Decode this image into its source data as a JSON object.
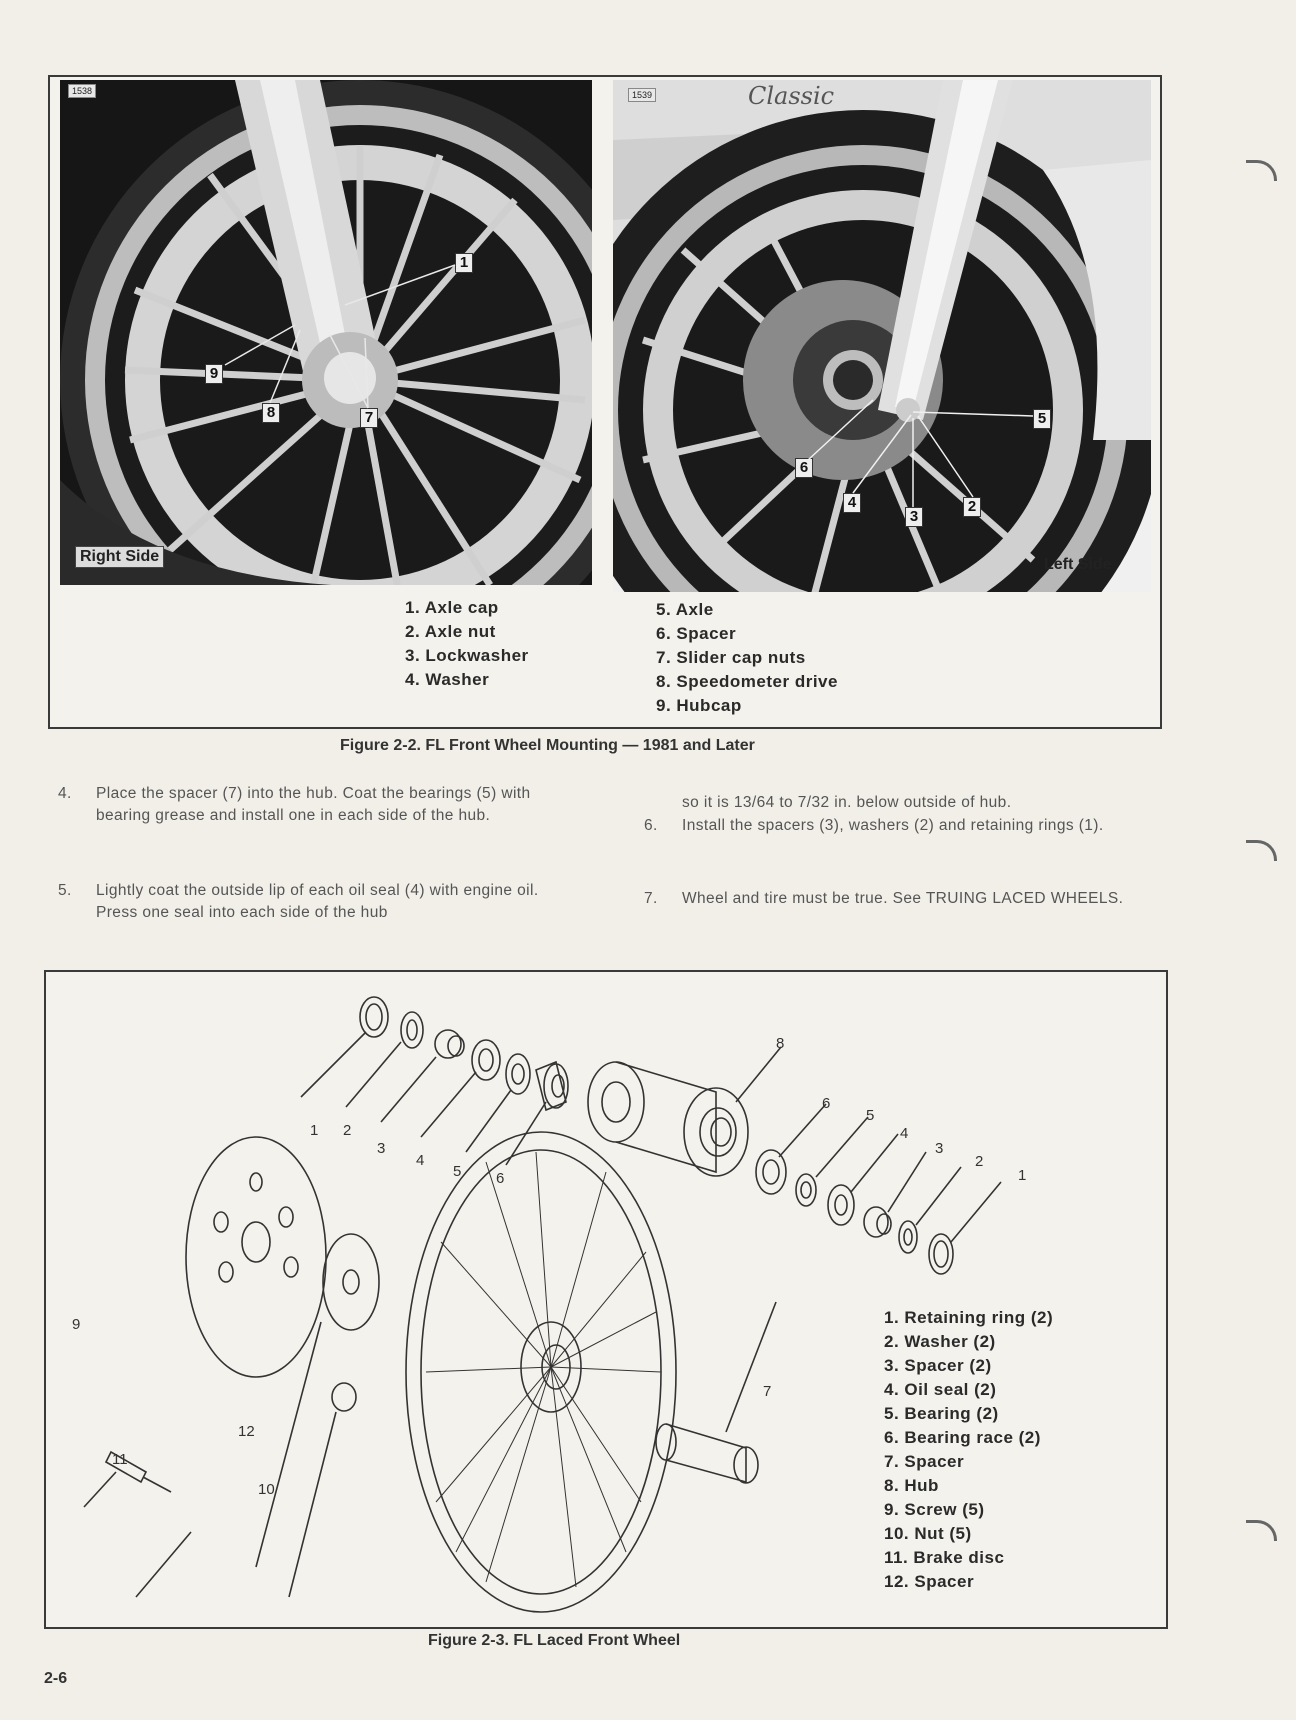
{
  "figure_2_2": {
    "photo_right_tag": "1538",
    "photo_left_tag": "1539",
    "photo_left_badge": "Classic",
    "right_side_label": "Right Side",
    "left_side_label": "Left Side",
    "callouts_right": [
      "1",
      "9",
      "8",
      "7"
    ],
    "callouts_left": [
      "5",
      "6",
      "4",
      "3",
      "2"
    ],
    "legend_col1": [
      "1. Axle cap",
      "2. Axle nut",
      "3. Lockwasher",
      "4. Washer"
    ],
    "legend_col2": [
      "5. Axle",
      "6. Spacer",
      "7. Slider cap nuts",
      "8. Speedometer drive",
      "9. Hubcap"
    ],
    "caption": "Figure 2-2. FL Front Wheel Mounting — 1981 and Later"
  },
  "instructions": [
    {
      "num": "4.",
      "text": "Place the spacer (7) into the hub. Coat the bearings (5) with bearing grease and install one in each side of the hub."
    },
    {
      "num": "5.",
      "text": "Lightly coat the outside lip of each oil seal (4) with engine oil. Press one seal into each side of the hub"
    },
    {
      "num": "",
      "text": "so it is 13/64 to 7/32 in. below outside of hub."
    },
    {
      "num": "6.",
      "text": "Install the spacers (3), washers (2) and retaining rings (1)."
    },
    {
      "num": "7.",
      "text": "Wheel and tire must be true. See TRUING LACED WHEELS."
    }
  ],
  "figure_2_3": {
    "diagram_numbers_top_left": [
      "1",
      "2",
      "3",
      "4",
      "5",
      "6"
    ],
    "diagram_numbers_top_right": [
      "8",
      "6",
      "5",
      "4",
      "3",
      "2",
      "1"
    ],
    "diagram_numbers_bottom": [
      "9",
      "11",
      "12",
      "10",
      "7"
    ],
    "legend": [
      "1. Retaining ring (2)",
      "2. Washer (2)",
      "3. Spacer (2)",
      "4. Oil seal (2)",
      "5. Bearing (2)",
      "6. Bearing race (2)",
      "7. Spacer",
      "8. Hub",
      "9. Screw (5)",
      "10. Nut (5)",
      "11. Brake disc",
      "12. Spacer"
    ],
    "caption": "Figure 2-3. FL Laced Front Wheel"
  },
  "page_number": "2-6"
}
